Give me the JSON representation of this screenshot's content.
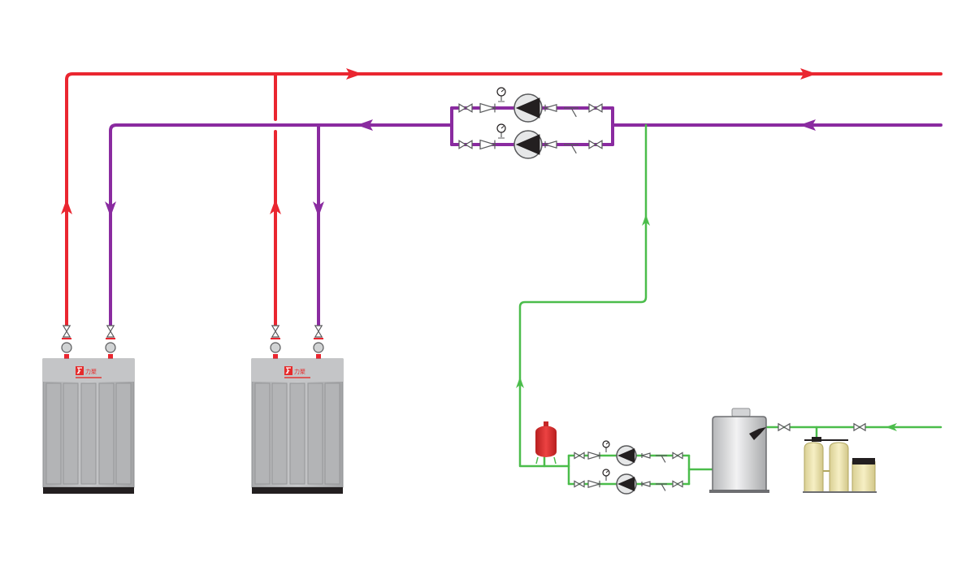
{
  "diagram": {
    "colors": {
      "supply": "#ea2630",
      "return": "#8a2ba0",
      "makeup": "#4bbd4b",
      "equipment": "#b8b9bb",
      "equipment_dark": "#8f9193",
      "base": "#231f20",
      "tank": "#dfe0e2",
      "expansion_tank": "#e52b2b",
      "softener": "#f0e6b2",
      "pump": "#6d6e71",
      "valve": "#8a8c8e"
    },
    "boilers": [
      {
        "id": "boiler-1",
        "logo_text": "力聚"
      },
      {
        "id": "boiler-2",
        "logo_text": "力聚"
      }
    ],
    "components": {
      "circulation_pumps": 2,
      "makeup_pumps": 2,
      "water_softener_columns": 2
    }
  }
}
